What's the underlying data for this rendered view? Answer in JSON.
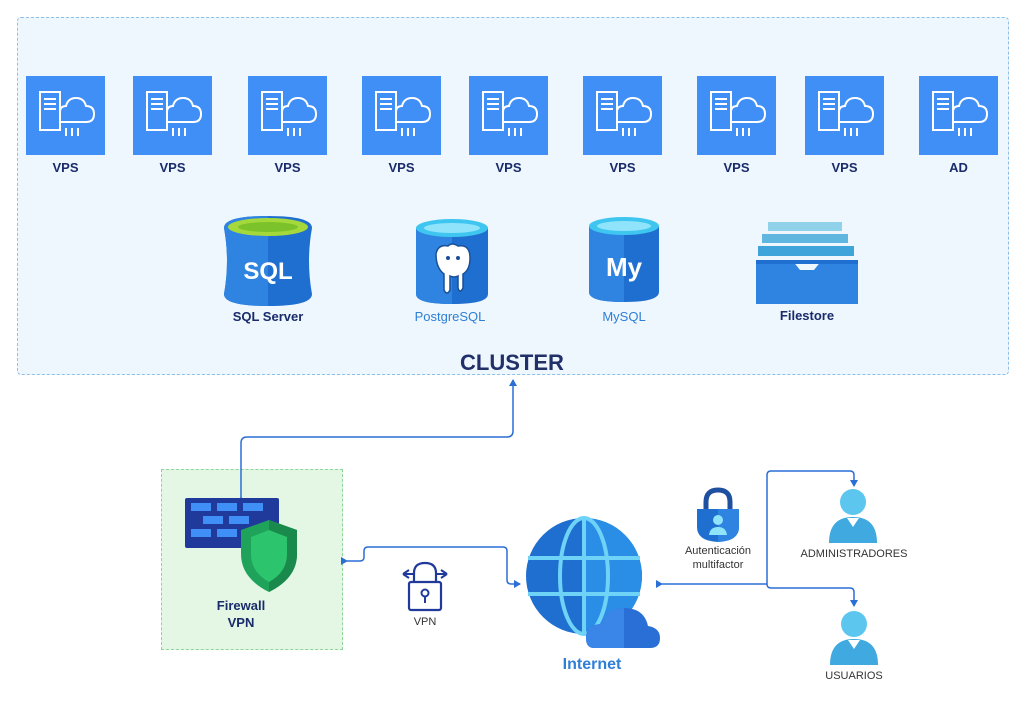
{
  "cluster": {
    "title": "CLUSTER",
    "nodes": [
      {
        "label": "VPS"
      },
      {
        "label": "VPS"
      },
      {
        "label": "VPS"
      },
      {
        "label": "VPS"
      },
      {
        "label": "VPS"
      },
      {
        "label": "VPS"
      },
      {
        "label": "VPS"
      },
      {
        "label": "VPS"
      },
      {
        "label": "AD"
      }
    ],
    "databases": {
      "sqlserver": {
        "label": "SQL Server",
        "icon_text": "SQL"
      },
      "postgres": {
        "label": "PostgreSQL"
      },
      "mysql": {
        "label": "MySQL",
        "icon_text": "My"
      },
      "filestore": {
        "label": "Filestore"
      }
    }
  },
  "firewall": {
    "line1": "Firewall",
    "line2": "VPN"
  },
  "vpn": {
    "label": "VPN"
  },
  "internet": {
    "label": "Internet"
  },
  "mfa": {
    "line1": "Autenticación",
    "line2": "multifactor"
  },
  "admins": {
    "label": "ADMINISTRADORES"
  },
  "users": {
    "label": "USUARIOS"
  },
  "colors": {
    "server_blue": "#3f8ff7",
    "connector_blue": "#2a6fd6",
    "cluster_bg": "#eef6fe",
    "firewall_bg": "#e3f7e4",
    "title_navy": "#22306a"
  }
}
